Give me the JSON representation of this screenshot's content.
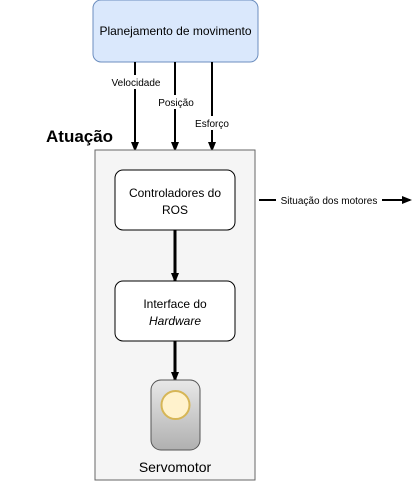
{
  "planning": {
    "label": "Planejamento de movimento",
    "fill": "#dae8fc",
    "stroke": "#6c8ebf"
  },
  "signals": {
    "velocity": "Velocidade",
    "position": "Posição",
    "effort": "Esforço"
  },
  "actuation": {
    "title": "Atuação",
    "fill": "#f5f5f5",
    "stroke": "#666666"
  },
  "controllers": {
    "line1": "Controladores do",
    "line2": "ROS"
  },
  "hardware_interface": {
    "line1": "Interface do",
    "line2": "Hardware"
  },
  "servomotor": {
    "label": "Servomotor",
    "body_color": "#c8c8c8",
    "knob_color": "#fff2cc",
    "knob_stroke": "#d6b656"
  },
  "motor_status": {
    "label": "Situação dos motores"
  }
}
